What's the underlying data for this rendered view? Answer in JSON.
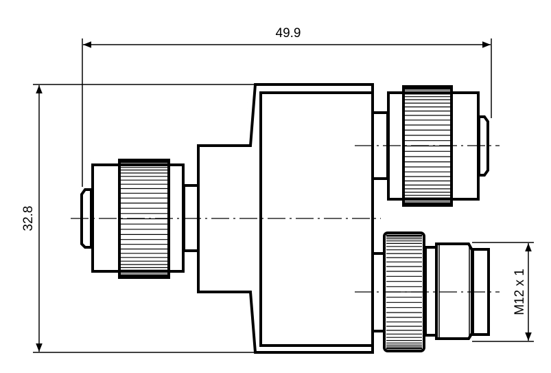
{
  "dimensions": {
    "overall_length": "49.9",
    "overall_height": "32.8",
    "thread": "M12 x 1"
  }
}
